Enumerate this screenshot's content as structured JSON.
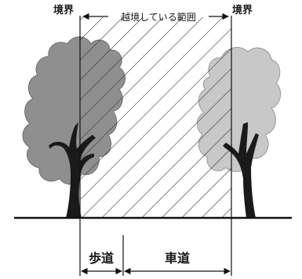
{
  "labels": {
    "boundary_left": "境界",
    "boundary_right": "境界",
    "overhang": "越境している範囲",
    "sidewalk": "歩道",
    "roadway": "車道"
  },
  "colors": {
    "tree_left_canopy": "#8f8f8f",
    "tree_right_canopy": "#c8c8c8",
    "trunk": "#1a1a1a",
    "line": "#111111",
    "hatch": "#333333"
  }
}
